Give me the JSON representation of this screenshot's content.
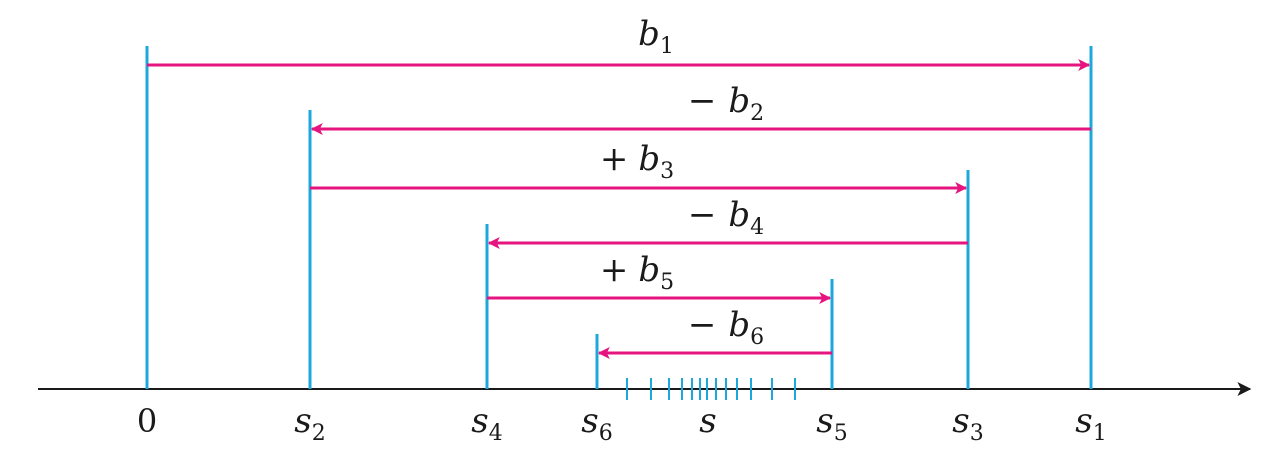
{
  "diagram": {
    "axis_label": "s",
    "colors": {
      "marker": "#1da8dc",
      "arrow": "#e6147f",
      "axis": "#1a1a1a",
      "text": "#1a1a1a"
    },
    "markers": [
      {
        "id": "m0",
        "base": "0",
        "sub": ""
      },
      {
        "id": "m2",
        "base": "s",
        "sub": "2"
      },
      {
        "id": "m4",
        "base": "s",
        "sub": "4"
      },
      {
        "id": "m6",
        "base": "s",
        "sub": "6"
      },
      {
        "id": "m5",
        "base": "s",
        "sub": "5"
      },
      {
        "id": "m3",
        "base": "s",
        "sub": "3"
      },
      {
        "id": "m1",
        "base": "s",
        "sub": "1"
      }
    ],
    "arrows": [
      {
        "id": "a1",
        "sign": "",
        "base": "b",
        "sub": "1",
        "from": "m0",
        "to": "m1"
      },
      {
        "id": "a2",
        "sign": "−",
        "base": "b",
        "sub": "2",
        "from": "m1",
        "to": "m2"
      },
      {
        "id": "a3",
        "sign": "+",
        "base": "b",
        "sub": "3",
        "from": "m2",
        "to": "m3"
      },
      {
        "id": "a4",
        "sign": "−",
        "base": "b",
        "sub": "4",
        "from": "m3",
        "to": "m4"
      },
      {
        "id": "a5",
        "sign": "+",
        "base": "b",
        "sub": "5",
        "from": "m4",
        "to": "m5"
      },
      {
        "id": "a6",
        "sign": "−",
        "base": "b",
        "sub": "6",
        "from": "m5",
        "to": "m6"
      }
    ]
  }
}
